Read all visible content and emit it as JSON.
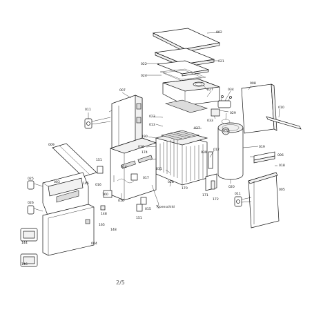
{
  "diagram": {
    "page_number": "2/5",
    "type_plate_label": "Typenschild",
    "part_labels": {
      "p002": "002",
      "p021": "021",
      "p022": "022",
      "p024": "024",
      "p007": "007",
      "p027": "027",
      "p034": "034",
      "p008": "008",
      "p010": "010",
      "p011": "011",
      "p023": "023",
      "p029": "029",
      "p033": "033",
      "p013": "013",
      "p037": "037",
      "p032": "032",
      "p190": "190",
      "p036": "036",
      "p019": "019",
      "p009": "009",
      "p151": "151",
      "p174": "174",
      "p030": "030",
      "p012": "012",
      "p006": "006",
      "p014": "014",
      "p031": "031",
      "p018": "018",
      "p025": "025",
      "p003": "003",
      "p145": "145",
      "p017": "017",
      "p028": "028",
      "p170": "170",
      "p020": "020",
      "p016": "016",
      "p005": "005",
      "p160": "160",
      "p171": "171",
      "p172": "172",
      "p026": "026",
      "p015": "015",
      "p004": "004",
      "p144": "144",
      "p146": "146",
      "p148": "148",
      "p165": "165"
    }
  }
}
